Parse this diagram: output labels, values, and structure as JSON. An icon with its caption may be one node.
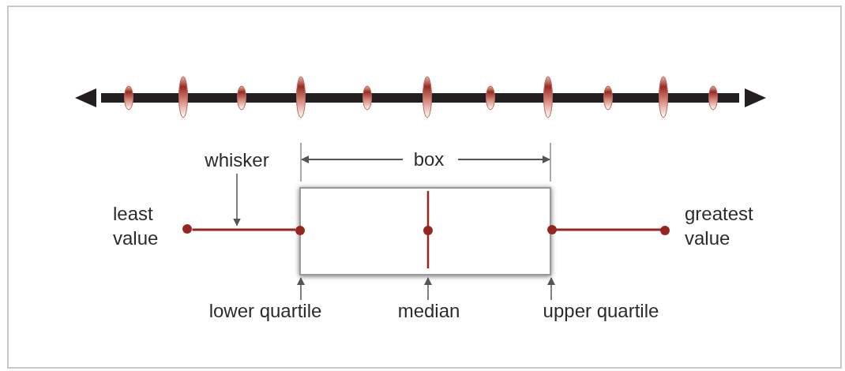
{
  "diagram": {
    "nodes": [
      {
        "text": [
          "whisker"
        ]
      },
      {
        "text": [
          "lower quartile"
        ]
      },
      {
        "text": [
          "median"
        ]
      },
      {
        "text": [
          "upper quartile"
        ]
      },
      {
        "text": [],
        "shape": "bar"
      },
      {
        "text": [],
        "shape": "box"
      }
    ],
    "edges": [
      {
        "from": 0,
        "to": 4,
        "arrow": "to"
      },
      {
        "from": 1,
        "to": 5,
        "arrow": "to"
      },
      {
        "from": 2,
        "to": 5,
        "arrow": "to"
      },
      {
        "from": 3,
        "to": 5,
        "arrow": "to"
      }
    ],
    "labels": [
      "box",
      "least value",
      "greatest value"
    ]
  }
}
